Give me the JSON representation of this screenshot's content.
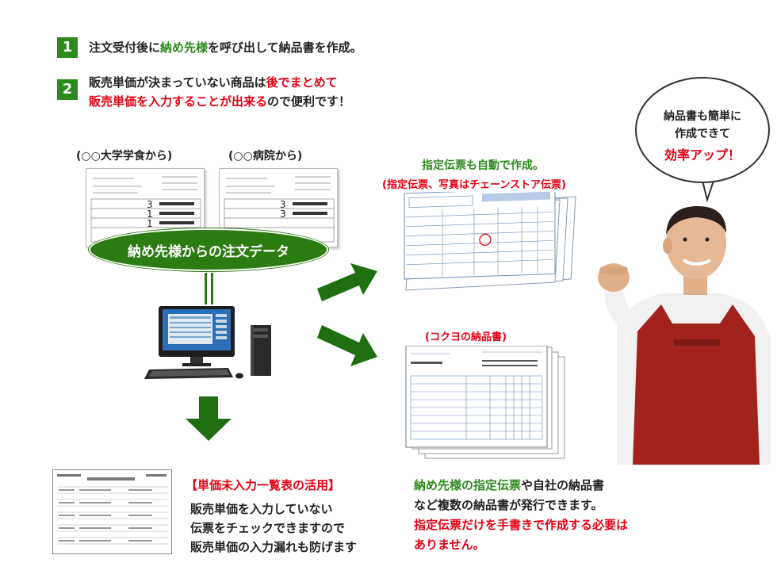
{
  "steps": [
    {
      "num": "1",
      "t1": "注文受付後に",
      "t2": "納め先様",
      "t3": "を呼び出して納品書を作成。"
    },
    {
      "num": "2",
      "l1a": "販売単価が決まっていない商品は",
      "l1b": "後でまとめて",
      "l2a": "販売単価を入力することが出来る",
      "l2b": "ので便利です！"
    }
  ],
  "sources": {
    "left": "(○○大学学食から)",
    "right": "(○○病院から)"
  },
  "order_data_label": "納め先様からの注文データ",
  "form_numbers": {
    "left": [
      "3",
      "1",
      "1"
    ],
    "right": [
      "3",
      "3"
    ]
  },
  "designated": {
    "title": "指定伝票も自動で作成。",
    "sub": "(指定伝票、写真はチェーンストア伝票)"
  },
  "kokuyo": "(コクヨの納品書)",
  "bubble": {
    "l1": "納品書も簡単に",
    "l2": "作成できて",
    "l3": "効率アップ！"
  },
  "unpriced": {
    "title": "【単価未入力一覧表の活用】",
    "l1": "販売単価を入力していない",
    "l2": "伝票をチェックできますので",
    "l3": "販売単価の入力漏れも防げます"
  },
  "multi": {
    "l1a": "納め先様の指定伝票",
    "l1b": "や自社の納品書",
    "l2": "など複数の納品書が発行できます。",
    "l3": "指定伝票だけを手書きで作成する必要は",
    "l4": "ありません。"
  },
  "colors": {
    "accent_green": "#2c8a1c",
    "accent_red": "#e60012",
    "arrow_green": "#1f6e10"
  }
}
